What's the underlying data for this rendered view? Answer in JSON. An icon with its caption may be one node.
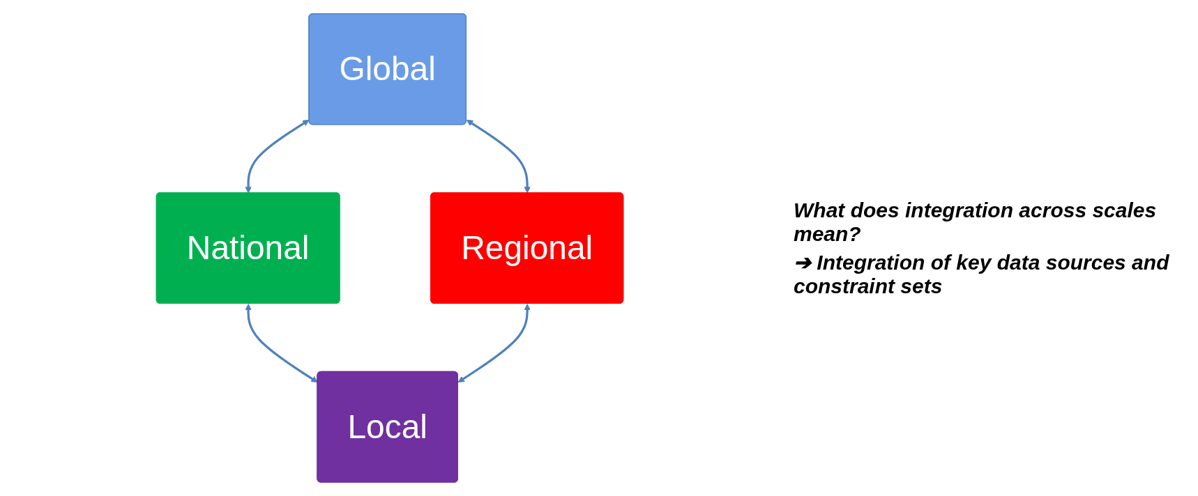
{
  "diagram": {
    "nodes": [
      {
        "text": [
          "Global"
        ]
      },
      {
        "text": [
          "National"
        ]
      },
      {
        "text": [
          "Regional"
        ]
      },
      {
        "text": [
          "Local"
        ]
      }
    ],
    "edges": [
      {
        "from": 0,
        "to": 1,
        "arrow": "both"
      },
      {
        "from": 0,
        "to": 2,
        "arrow": "both"
      },
      {
        "from": 1,
        "to": 3,
        "arrow": "both"
      },
      {
        "from": 2,
        "to": 3,
        "arrow": "both"
      }
    ],
    "labels": [
      "What does integration across scales mean?",
      "➔ Integration of key data sources and constraint sets"
    ]
  }
}
